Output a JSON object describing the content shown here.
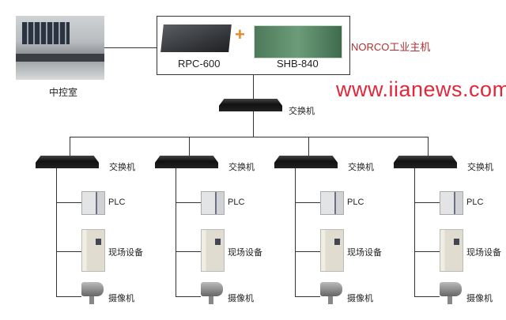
{
  "control_room": {
    "label": "中控室"
  },
  "host": {
    "chassis_label": "RPC-600",
    "board_label": "SHB-840",
    "plus": "+",
    "title": "NORCO工业主机",
    "title_color": "#b03030"
  },
  "core_switch": {
    "label": "交换机"
  },
  "branches": [
    {
      "switch_label": "交换机",
      "plc_label": "PLC",
      "device_label": "现场设备",
      "camera_label": "摄像机"
    },
    {
      "switch_label": "交换机",
      "plc_label": "PLC",
      "device_label": "现场设备",
      "camera_label": "摄像机"
    },
    {
      "switch_label": "交换机",
      "plc_label": "PLC",
      "device_label": "现场设备",
      "camera_label": "摄像机"
    },
    {
      "switch_label": "交换机",
      "plc_label": "PLC",
      "device_label": "现场设备",
      "camera_label": "摄像机"
    }
  ],
  "watermark": "www.iianews.com"
}
